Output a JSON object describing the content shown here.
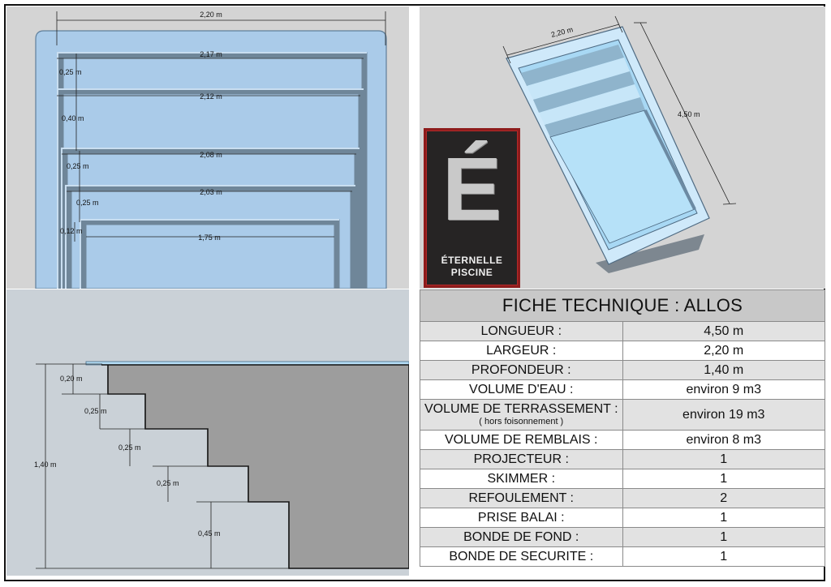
{
  "plan_view": {
    "dims": [
      "2,20 m",
      "2,17 m",
      "0,25 m",
      "2,12 m",
      "0,40 m",
      "2,08 m",
      "0,25 m",
      "2,03 m",
      "0,25 m",
      "0,12 m",
      "1,75 m"
    ]
  },
  "iso_view": {
    "width_label": "2,20 m",
    "length_label": "4,50 m"
  },
  "logo": {
    "letter": "É",
    "line1": "ÉTERNELLE",
    "line2": "PISCINE"
  },
  "section_view": {
    "dims": [
      "0,20 m",
      "0,25 m",
      "0,25 m",
      "0,25 m",
      "0,45 m",
      "1,40 m"
    ]
  },
  "spec_table": {
    "title": "FICHE TECHNIQUE : ALLOS",
    "rows": [
      {
        "label": "LONGUEUR :",
        "value": "4,50 m"
      },
      {
        "label": "LARGEUR :",
        "value": "2,20 m"
      },
      {
        "label": "PROFONDEUR :",
        "value": "1,40 m"
      },
      {
        "label": "VOLUME D'EAU :",
        "value": "environ 9  m3"
      },
      {
        "label": "VOLUME DE TERRASSEMENT :",
        "note": "( hors foisonnement )",
        "value": "environ 19 m3"
      },
      {
        "label": "VOLUME DE REMBLAIS :",
        "value": "environ 8 m3"
      },
      {
        "label": "PROJECTEUR :",
        "value": "1"
      },
      {
        "label": "SKIMMER :",
        "value": "1"
      },
      {
        "label": "REFOULEMENT :",
        "value": "2"
      },
      {
        "label": "PRISE BALAI :",
        "value": "1"
      },
      {
        "label": "BONDE DE FOND :",
        "value": "1"
      },
      {
        "label": "BONDE DE SECURITE :",
        "value": "1"
      }
    ]
  }
}
